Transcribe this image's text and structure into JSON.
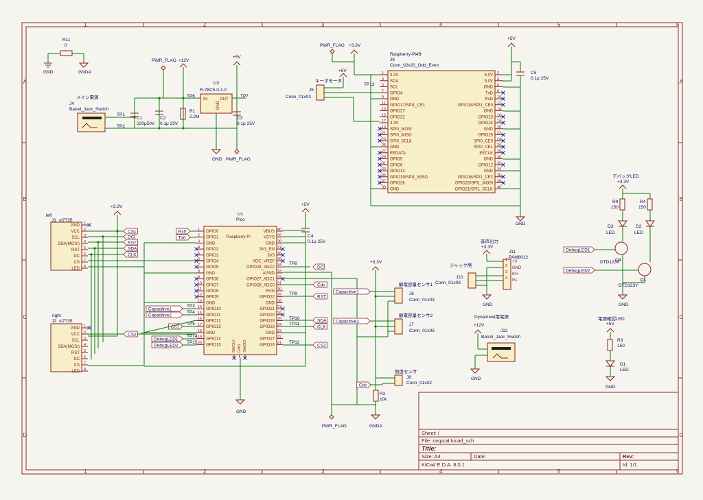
{
  "frame": {
    "columns": [
      "1",
      "2",
      "3",
      "4",
      "5",
      "6"
    ],
    "rows": [
      "A",
      "B",
      "C",
      "D"
    ]
  },
  "title_block": {
    "sheet": "Sheet: /",
    "file": "File: raspcat.kicad_sch",
    "title": "Title:",
    "size": "Size: A4",
    "date": "Date:",
    "rev": "Rev:",
    "tool": "KiCad E.D.A. 8.0.1",
    "id": "Id: 1/1"
  },
  "power": {
    "gnd": "GND",
    "gnda": "GNDA",
    "v33": "+3.3V",
    "v5": "+5V",
    "v12": "+12V",
    "pwr_flag": "PWR_FLAG"
  },
  "components": {
    "r11": {
      "ref": "R11",
      "val": "0"
    },
    "j4": {
      "ref": "J4",
      "val": "Barrel_Jack_Switch",
      "title": "メイン電源"
    },
    "tp1": "TP1",
    "tp2": "TP2",
    "c1": {
      "ref": "C1",
      "val": "220μ50V"
    },
    "c2": {
      "ref": "C2",
      "val": "0.1μ 25V"
    },
    "tp6": "TP6",
    "r1": {
      "ref": "R1",
      "val": "2.2M"
    },
    "u2": {
      "ref": "U2",
      "val": "R-78C5.0-1.0",
      "in": "IN",
      "out": "OUT",
      "gnd": "GND"
    },
    "tp7": "TP7",
    "c3": {
      "ref": "C3",
      "val": "0.1μ 25V"
    },
    "j5": {
      "ref": "J5",
      "val": "Conn_01x03",
      "title": "キーボモータ"
    },
    "tp13": "TP13",
    "j9": {
      "ref": "J9",
      "val": "Conn_02x20_Odd_Even",
      "title": "Raspberry-Pi4B",
      "left": [
        "3.3V",
        "SDA",
        "SCL",
        "GPIO4",
        "GND",
        "GPIO17/SPI1_CE1",
        "GPIO27",
        "GPIO22",
        "3.3V",
        "SPI0_MOSI",
        "SPI0_MISO",
        "SPI0_SCLK",
        "GND",
        "EEDATA",
        "GPIO5",
        "GPIO6",
        "GPIO13",
        "GPIO19/SPI1_MISO",
        "GPIO26",
        "GND"
      ],
      "right": [
        "5.0V",
        "5.0V",
        "GND",
        "TxD",
        "RxD",
        "GPIO18/SPI1_CE0",
        "GND",
        "GPIO23",
        "GPIO24",
        "GND",
        "GPIO25",
        "SPI0_CE0",
        "SPI0_CE1",
        "EECLK",
        "GND",
        "GPIO12",
        "GND",
        "GPIO16/SPI1_CE2",
        "GPIO20/SPI1_MOSI",
        "GPIO21/SPI1_SCLK"
      ],
      "lnums": [
        "1",
        "3",
        "5",
        "7",
        "9",
        "11",
        "13",
        "15",
        "17",
        "19",
        "21",
        "23",
        "25",
        "27",
        "29",
        "31",
        "33",
        "35",
        "37",
        "39"
      ],
      "rnums": [
        "2",
        "4",
        "6",
        "8",
        "10",
        "12",
        "14",
        "16",
        "18",
        "20",
        "22",
        "24",
        "26",
        "28",
        "30",
        "32",
        "34",
        "36",
        "38",
        "40"
      ]
    },
    "c5": {
      "ref": "C5",
      "val": "0.1μ 25V"
    },
    "u1": {
      "ref": "U1",
      "val": "Pico",
      "center": "Raspberry Pi",
      "left": [
        "GPIO0",
        "GPIO1",
        "GND",
        "GPIO2",
        "GPIO3",
        "GPIO4",
        "GPIO5",
        "GND",
        "GPIO6",
        "GPIO7",
        "GPIO8",
        "GPIO9",
        "GND",
        "GPIO10",
        "GPIO11",
        "GPIO12",
        "GPIO13",
        "GND",
        "GPIO14",
        "GPIO15"
      ],
      "right": [
        "VBUS",
        "VSYS",
        "GND",
        "3V3_EN",
        "3V3",
        "ADC_VREF",
        "GPIO28_ADC2",
        "AGND",
        "GPIO27_ADC1",
        "GPIO26_ADC0",
        "RUN",
        "GPIO22",
        "GND",
        "GPIO21",
        "GPIO20",
        "GPIO19",
        "GPIO18",
        "GND",
        "GPIO17",
        "GPIO16"
      ],
      "lnums": [
        "1",
        "2",
        "3",
        "4",
        "5",
        "6",
        "7",
        "8",
        "9",
        "10",
        "11",
        "12",
        "13",
        "14",
        "15",
        "16",
        "17",
        "18",
        "19",
        "20"
      ],
      "rnums": [
        "40",
        "39",
        "38",
        "37",
        "36",
        "35",
        "34",
        "33",
        "32",
        "31",
        "30",
        "29",
        "28",
        "27",
        "26",
        "25",
        "24",
        "23",
        "22",
        "21"
      ],
      "bottom": [
        "SWCLK",
        "GND",
        "SWDIO"
      ]
    },
    "c4": {
      "ref": "C4",
      "val": "0.1μ 25V"
    },
    "j1": {
      "ref": "J1",
      "val": "st7735",
      "side": "left",
      "pins": [
        "GND",
        "VCC",
        "SCL",
        "SDA(MOSI)",
        "RST",
        "DC",
        "CS",
        "LED"
      ]
    },
    "j2": {
      "ref": "J2",
      "val": "st7735",
      "side": "right",
      "pins": [
        "GND",
        "VCC",
        "SCL",
        "SDA(MOSI)",
        "RST",
        "DC",
        "CS",
        "LED"
      ]
    },
    "j6": {
      "ref": "J6",
      "val": "Conn_01x03",
      "title": "静電容量センサ1"
    },
    "j7": {
      "ref": "J7",
      "val": "Conn_01x03",
      "title": "静電容量センサ2"
    },
    "j8": {
      "ref": "J8",
      "val": "Conn_01x02",
      "title": "照度センサ"
    },
    "r2": {
      "ref": "R2",
      "val": "10k"
    },
    "j10": {
      "ref": "J10",
      "val": "Conn_01x03",
      "title": "ジャック用"
    },
    "j11": {
      "ref": "J11",
      "val": "PAM8012",
      "title": "音声出力",
      "pins": [
        "+V",
        "GND",
        "IN+",
        "IN-"
      ]
    },
    "j12": {
      "ref": "J12",
      "val": "Barrel_Jack_Switch",
      "title": "Dynamixel用電源"
    },
    "d3": {
      "ref": "D3",
      "val": "LED"
    },
    "d2": {
      "ref": "D2",
      "val": "LED"
    },
    "r9": {
      "ref": "R9",
      "val": "150"
    },
    "r4": {
      "ref": "R4",
      "val": "150"
    },
    "q4": {
      "ref": "Q4",
      "val": "DTD123Y"
    },
    "q3": {
      "ref": "Q3",
      "val": "DTD123Y"
    },
    "debug_title": "デバッグLED",
    "power_led_title": "電源確認LED",
    "r3": {
      "ref": "R3",
      "val": "150"
    },
    "d1": {
      "ref": "D1",
      "val": "LED"
    },
    "tps": [
      "TP3",
      "TP4",
      "TP5",
      "TP14",
      "TP15",
      "TP8",
      "TP9",
      "TP10",
      "TP11",
      "TP12"
    ]
  },
  "net_labels": {
    "cs1": "CS1",
    "dc": "DC",
    "rst": "RST",
    "sda": "SDA",
    "clk": "CLK",
    "cs2": "CS2",
    "rx": "Rx0",
    "tx": "Tx0",
    "capacitive1": "Capacitive1",
    "capacitive2": "Capacitive2",
    "debugled1": "DebugLED1",
    "debugled2": "DebugLED2",
    "cds": "Cds"
  }
}
